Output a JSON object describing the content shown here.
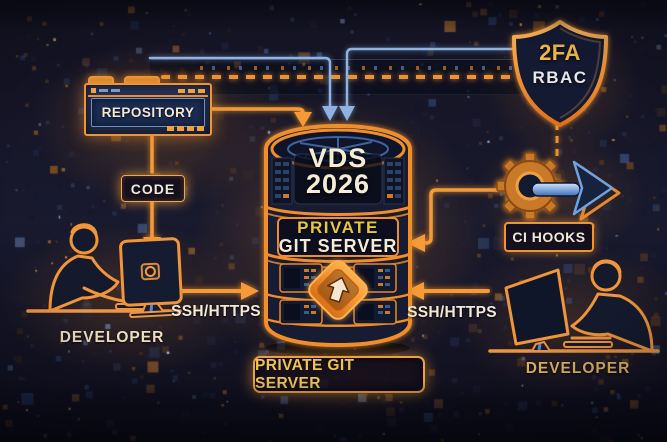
{
  "colors": {
    "accent_orange": "#f0932e",
    "line_blue": "#8fb2e0",
    "gold": "#eec04f",
    "cream": "#f3e9d6",
    "yellow_private": "#e8c73e",
    "navy": "#151a30"
  },
  "repository": {
    "label": "REPOSITORY"
  },
  "code_tag": {
    "label": "CODE"
  },
  "server": {
    "title_line1": "VDS",
    "title_line2": "2026",
    "band_line1": "PRIVATE",
    "band_line2": "GIT SERVER",
    "caption": "PRIVATE GIT SERVER"
  },
  "security": {
    "shield_line1": "2FA",
    "shield_line2": "RBAC",
    "ci_label": "CI HOOKS"
  },
  "left": {
    "protocol": "SSH/HTTPS",
    "role": "DEVELOPER"
  },
  "right": {
    "protocol": "SSH/HTTPS",
    "role": "DEVELOPER"
  }
}
